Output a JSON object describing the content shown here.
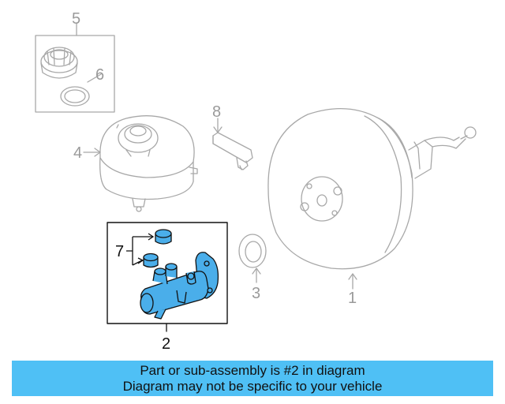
{
  "callouts": {
    "c1": "1",
    "c2": "2",
    "c3": "3",
    "c4": "4",
    "c5": "5",
    "c6": "6",
    "c7": "7",
    "c8": "8"
  },
  "highlight_part": "2",
  "colors": {
    "highlight_fill": "#4aaeea",
    "line_gray": "#a8a8a8",
    "banner_bg": "#4fc0f5"
  },
  "banner": {
    "line1": "Part or sub-assembly is #2 in diagram",
    "line2": "Diagram may not be specific to your vehicle"
  }
}
